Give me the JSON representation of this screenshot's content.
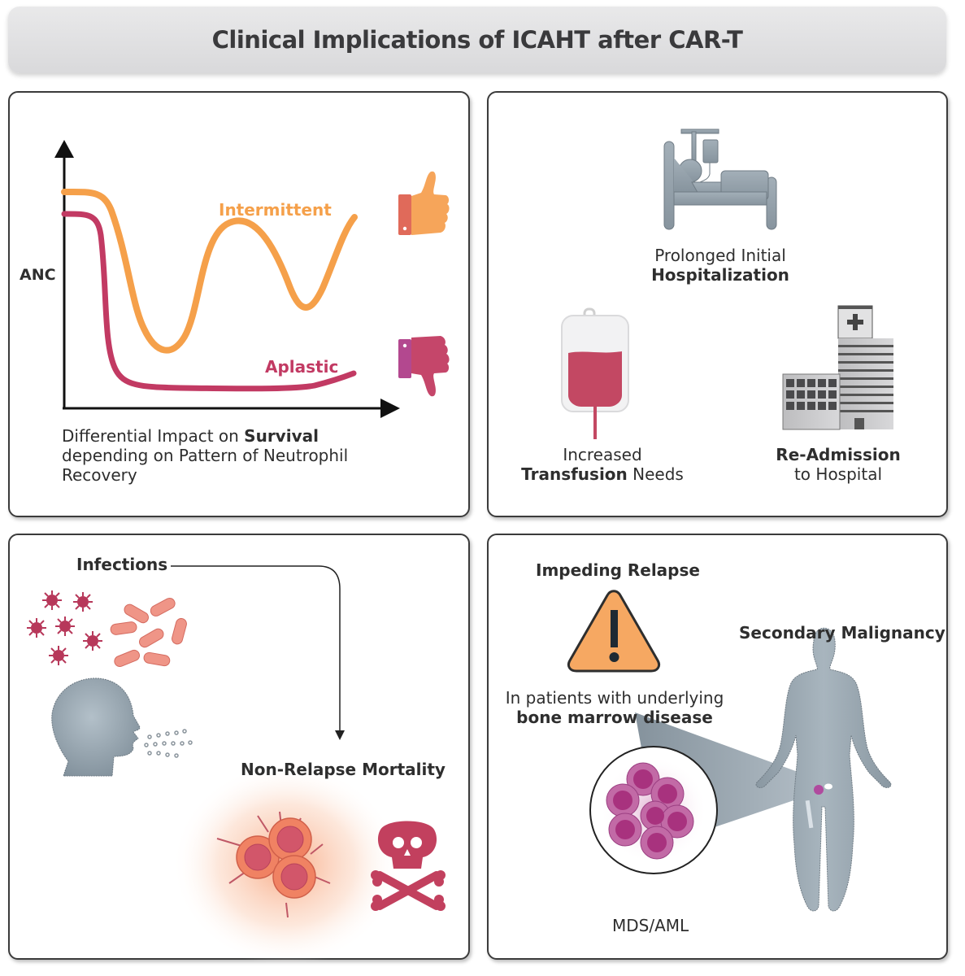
{
  "title": "Clinical Implications of ICAHT after CAR-T",
  "colors": {
    "intermittent": "#f5a04a",
    "aplastic": "#c23a63",
    "icon_gray": "#8d9aa4",
    "warning": "#f6a862",
    "thumbs_up": "#f6a55a",
    "thumbs_down": "#c5466a",
    "cell_pink": "#b7488a"
  },
  "panel_survival": {
    "y_axis_label": "ANC",
    "curve_labels": {
      "intermittent": "Intermittent",
      "aplastic": "Aplastic"
    },
    "icons": {
      "intermittent_outcome": "thumbs-up-icon",
      "aplastic_outcome": "thumbs-down-icon"
    },
    "caption": {
      "line1_prefix": "Differential Impact on ",
      "line1_bold": "Survival",
      "line2": "depending on Pattern of Neutrophil",
      "line3": "Recovery"
    }
  },
  "panel_hospital": {
    "hospitalization": {
      "line1": "Prolonged Initial",
      "line2_bold": "Hospitalization",
      "icon": "hospital-bed-icon"
    },
    "transfusion": {
      "line1": "Increased",
      "line2_bold": "Transfusion",
      "line2_rest": " Needs",
      "icon": "blood-bag-icon"
    },
    "readmission": {
      "line1_bold": "Re-Admission",
      "line2": "to Hospital",
      "icon": "hospital-building-icon"
    }
  },
  "panel_infections": {
    "infections_label": "Infections",
    "nrm_label": "Non-Relapse Mortality",
    "icons": [
      "virus-icon",
      "bacteria-icon",
      "coughing-head-icon",
      "infected-cells-icon",
      "skull-crossbones-icon"
    ]
  },
  "panel_relapse": {
    "relapse_title": "Impeding Relapse",
    "relapse_note_line1": "In patients with underlying",
    "relapse_note_line2_bold": "bone marrow disease",
    "malignancy_title": "Secondary Malignancy",
    "zoom_label": "MDS/AML",
    "icons": [
      "warning-icon",
      "human-body-icon",
      "malignant-cells-icon"
    ]
  }
}
